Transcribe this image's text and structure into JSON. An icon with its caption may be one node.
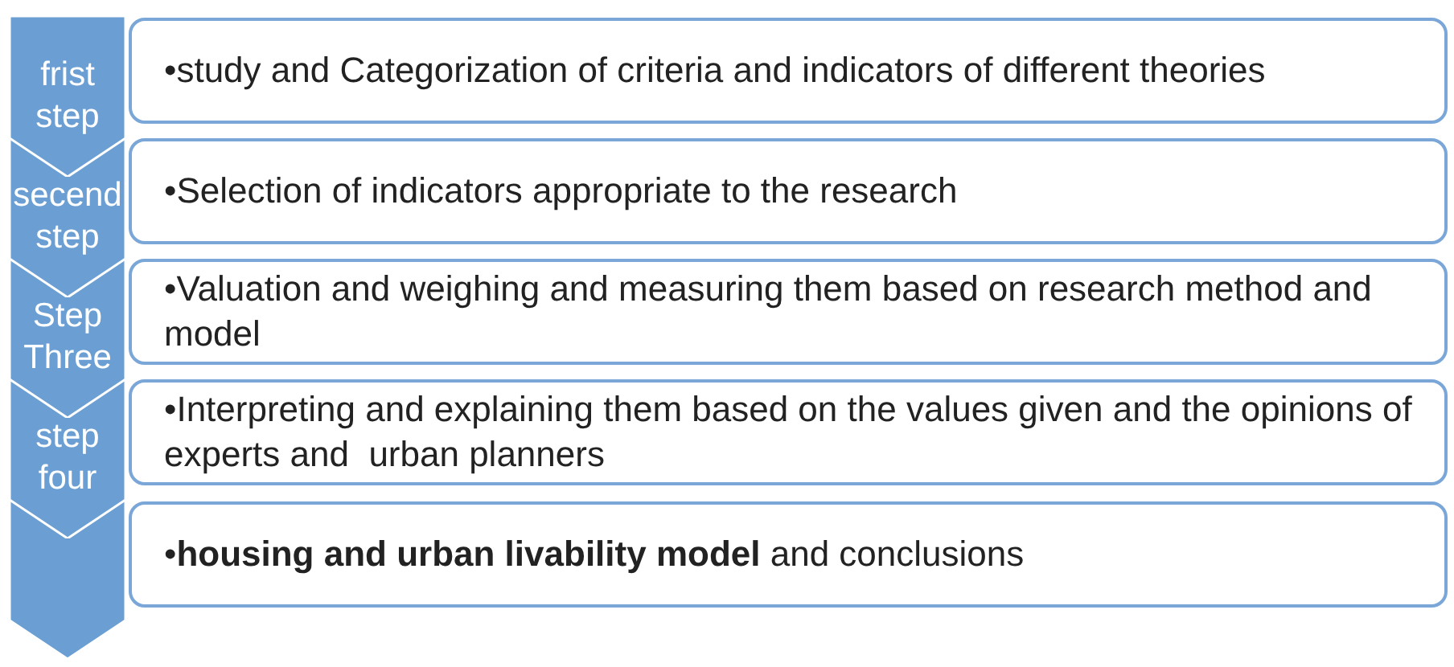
{
  "diagram": {
    "nodes": [
      {
        "text": [
          "frist step"
        ]
      },
      {
        "text": [
          "•study and Categorization of criteria and indicators of different theories"
        ]
      },
      {
        "text": [
          "secend step"
        ]
      },
      {
        "text": [
          "•Selection of indicators appropriate to the research"
        ]
      },
      {
        "text": [
          "Step Three"
        ]
      },
      {
        "text": [
          "•Valuation and weighing and measuring them based on research method and model"
        ]
      },
      {
        "text": [
          "step four"
        ]
      },
      {
        "text": [
          "•Interpreting and explaining them based on the values given and the opinions of experts and  urban planners"
        ]
      },
      {
        "text": [],
        "shape": "chevron"
      },
      {
        "text": [
          "•**housing and urban livability model** and conclusions"
        ]
      }
    ]
  }
}
